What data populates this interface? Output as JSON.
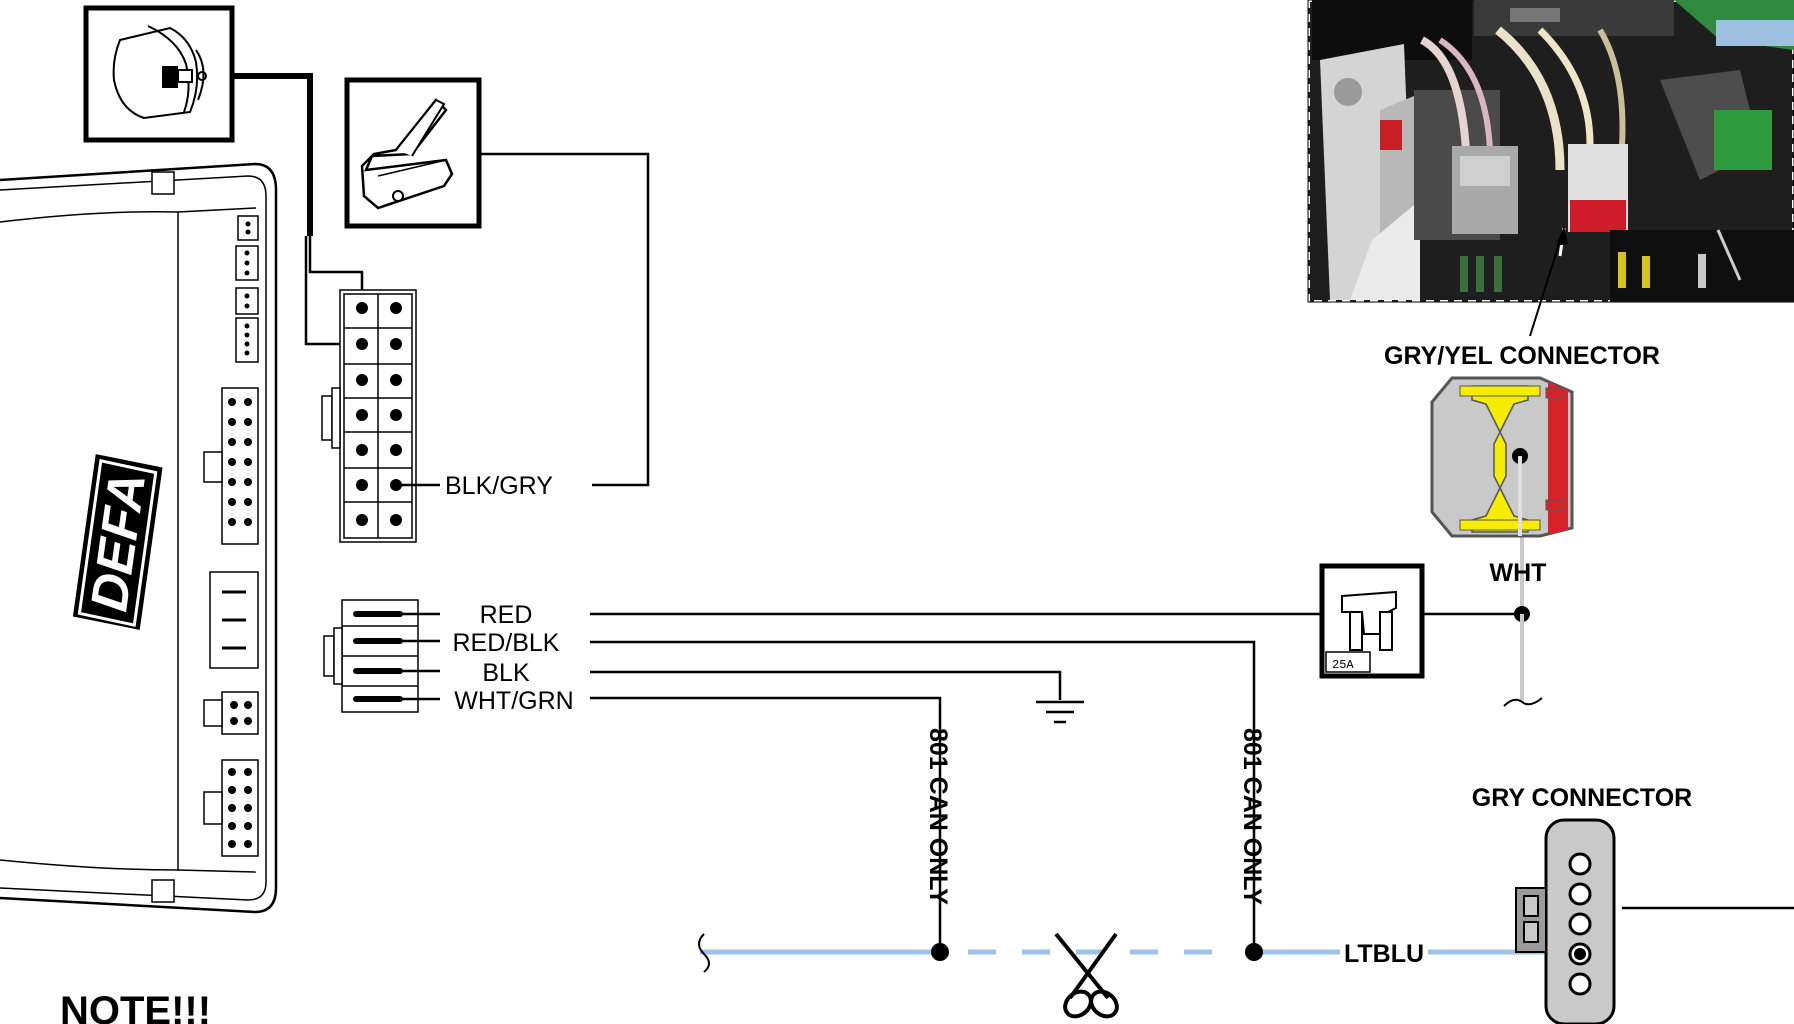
{
  "module": {
    "brand": "DEFA"
  },
  "harness_top": {
    "wire_label": "BLK/GRY"
  },
  "harness_power": {
    "wires": [
      "RED",
      "RED/BLK",
      "BLK",
      "WHT/GRN"
    ]
  },
  "fuse": {
    "rating": "25A"
  },
  "gry_yel_connector": {
    "title": "GRY/YEL CONNECTOR",
    "wire": "WHT"
  },
  "gry_connector": {
    "title": "GRY CONNECTOR",
    "wire": "LTBLU"
  },
  "can_labels": [
    "801 CAN ONLY",
    "801 CAN ONLY"
  ],
  "note": {
    "text": "NOTE!!!"
  },
  "colors": {
    "can_wire": "#9cc3ea",
    "connector_yellow": "#f5ec00",
    "connector_red": "#d8222a",
    "connector_gray": "#c9c9c9"
  },
  "icons": [
    "hood-switch-icon",
    "hood-pin-switch-icon",
    "fuse-icon",
    "ground-icon",
    "scissors-icon",
    "vehicle-photo"
  ]
}
